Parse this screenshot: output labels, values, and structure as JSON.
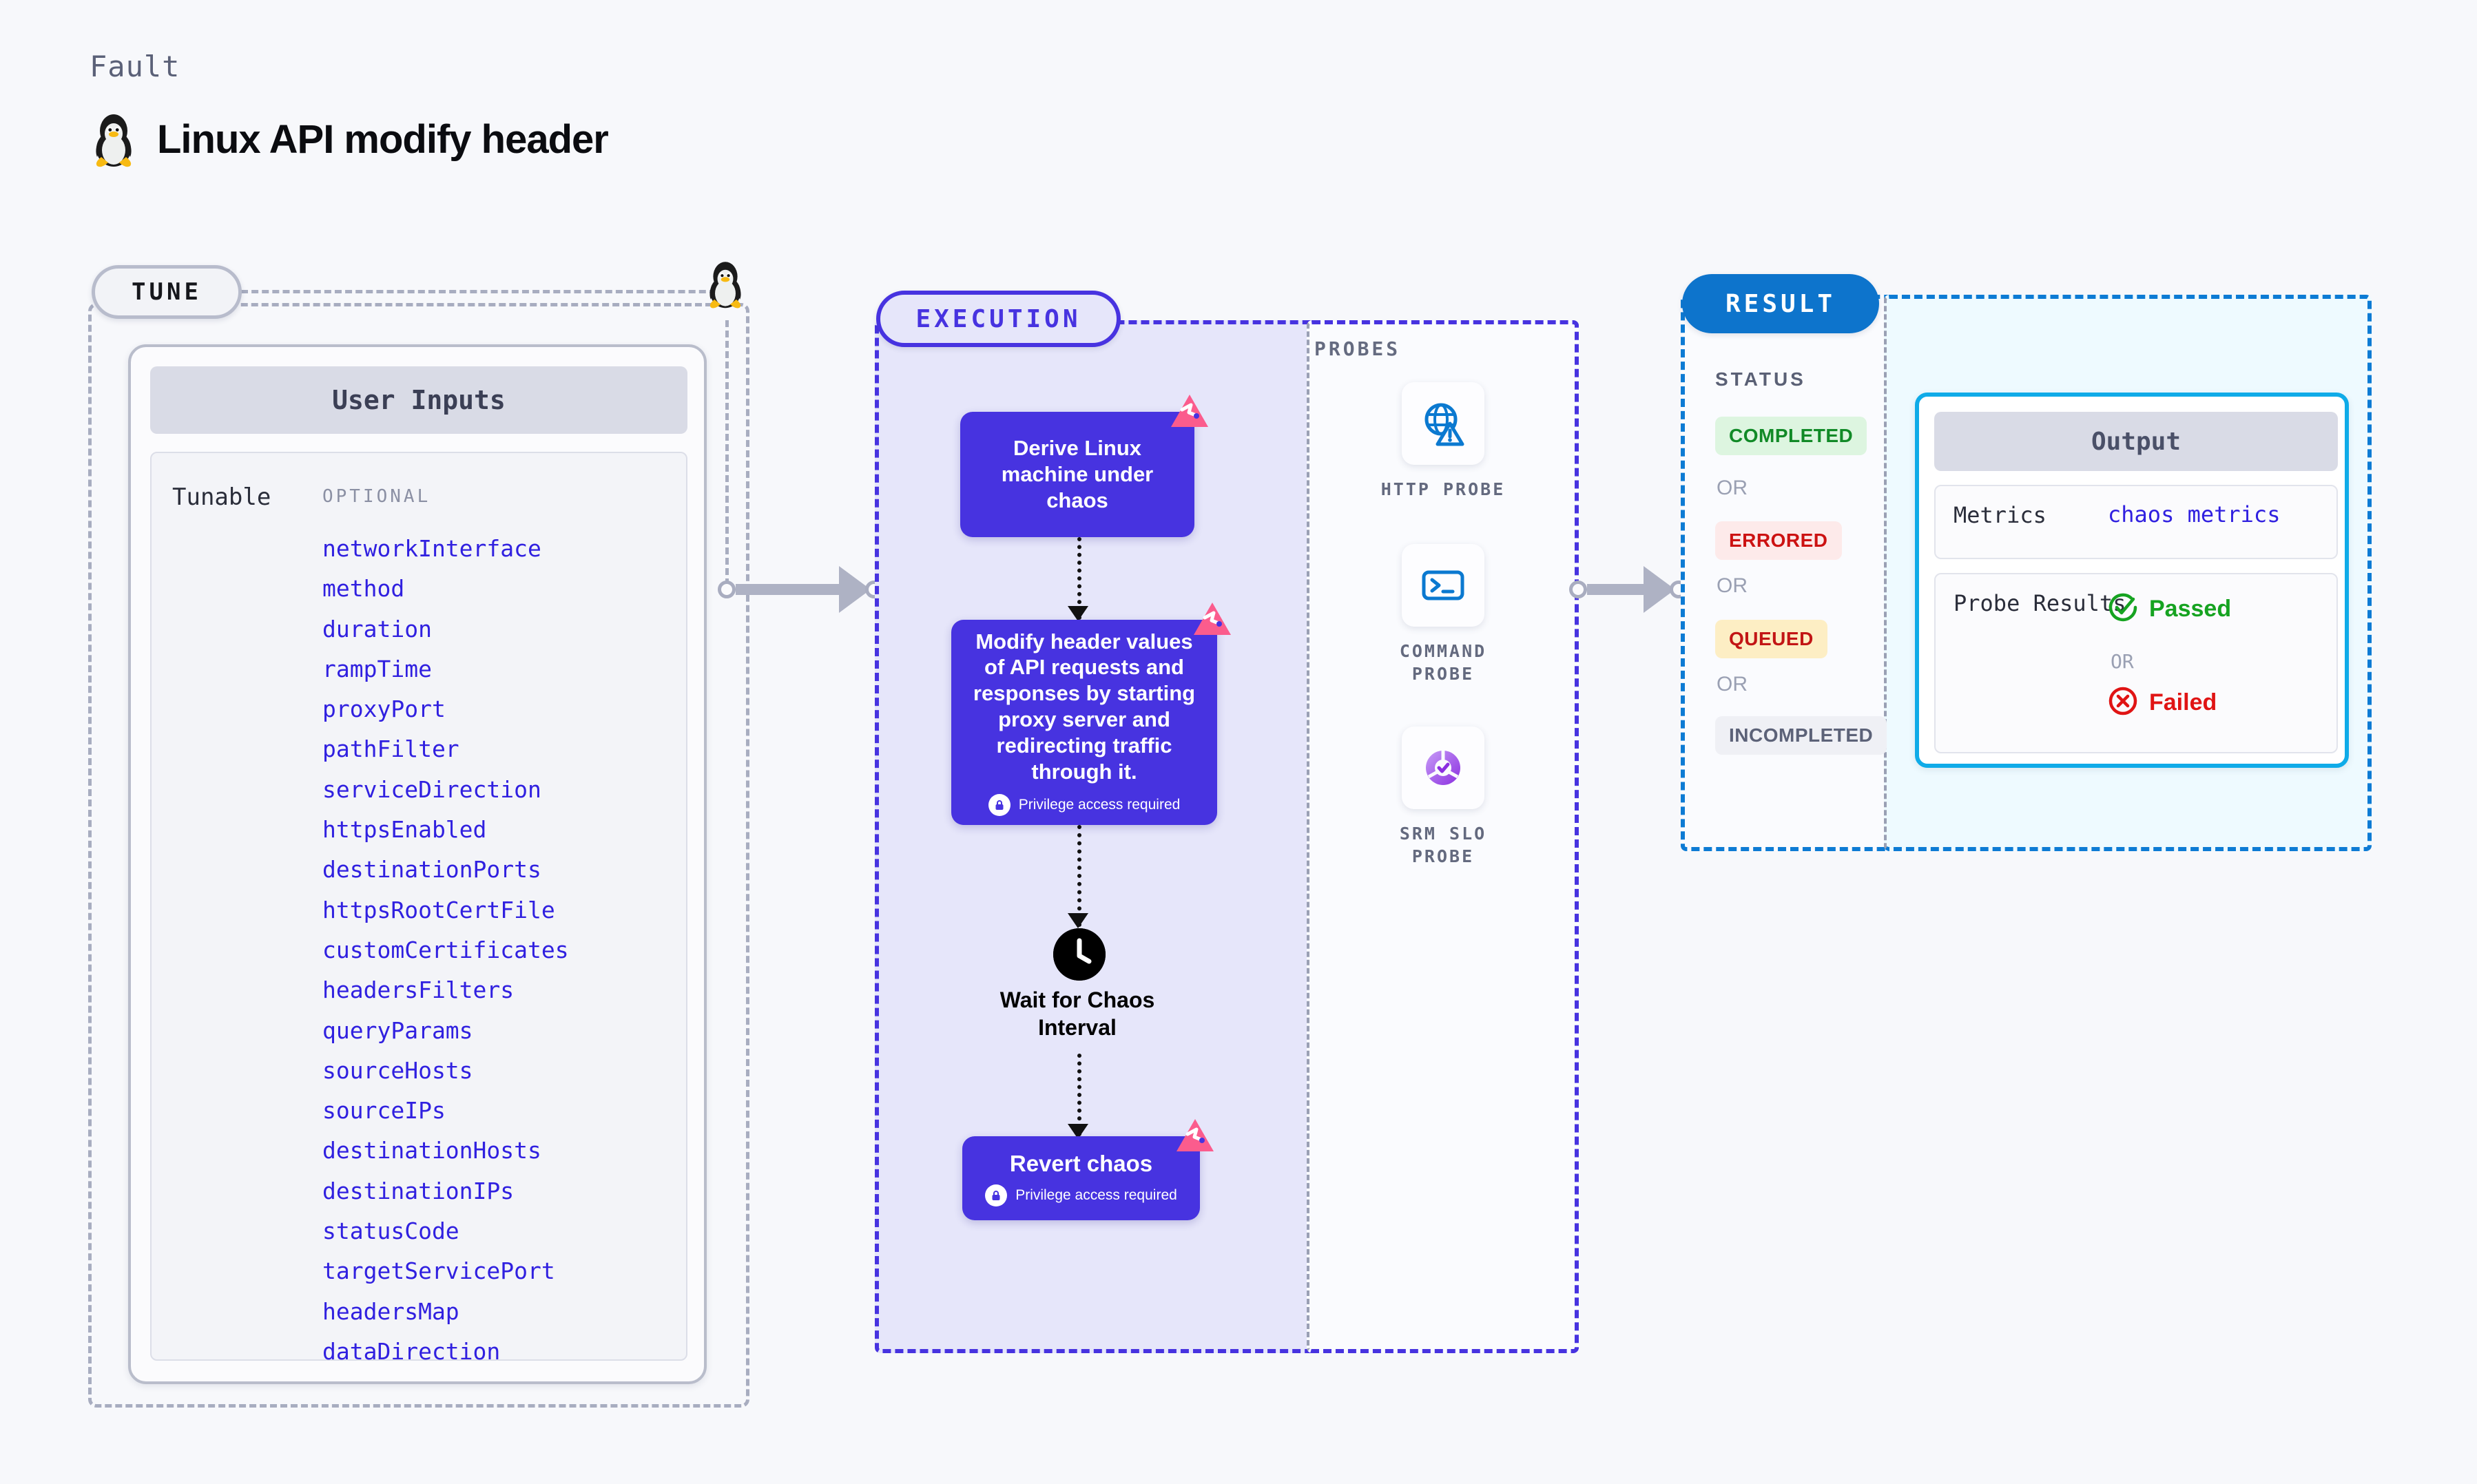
{
  "header": {
    "eyebrow": "Fault",
    "title": "Linux API modify header",
    "os_icon": "linux-penguin-icon"
  },
  "tune": {
    "pill_label": "TUNE",
    "card_title": "User Inputs",
    "tunable_label": "Tunable",
    "optional_label": "OPTIONAL",
    "params": [
      "networkInterface",
      "method",
      "duration",
      "rampTime",
      "proxyPort",
      "pathFilter",
      "serviceDirection",
      "httpsEnabled",
      "destinationPorts",
      "httpsRootCertFile",
      "customCertificates",
      "headersFilters",
      "queryParams",
      "sourceHosts",
      "sourceIPs",
      "destinationHosts",
      "destinationIPs",
      "statusCode",
      "targetServicePort",
      "headersMap",
      "dataDirection"
    ]
  },
  "execution": {
    "pill_label": "EXECUTION",
    "nodes": [
      {
        "label": "Derive Linux machine under chaos",
        "privilege": null
      },
      {
        "label": "Modify header values of API requests and responses by starting proxy server and redirecting traffic through it.",
        "privilege": "Privilege access required"
      },
      {
        "label": "Wait for Chaos Interval",
        "privilege": null
      },
      {
        "label": "Revert chaos",
        "privilege": "Privilege access required"
      }
    ]
  },
  "probes": {
    "section_label": "PROBES",
    "items": [
      {
        "label": "HTTP PROBE",
        "icon": "globe-warning-icon"
      },
      {
        "label": "COMMAND PROBE",
        "icon": "terminal-icon"
      },
      {
        "label": "SRM SLO PROBE",
        "icon": "slo-donut-check-icon"
      }
    ]
  },
  "result": {
    "pill_label": "RESULT",
    "status_label": "STATUS",
    "or_label": "OR",
    "statuses": [
      {
        "label": "COMPLETED",
        "fg": "#118a27",
        "bg": "#ddf5e0"
      },
      {
        "label": "ERRORED",
        "fg": "#cc1212",
        "bg": "#fdeaea"
      },
      {
        "label": "QUEUED",
        "fg": "#c21515",
        "bg": "#fdeec4"
      },
      {
        "label": "INCOMPLETED",
        "fg": "#5c6278",
        "bg": "#eff0f5"
      }
    ]
  },
  "output": {
    "card_title": "Output",
    "metrics_key": "Metrics",
    "metrics_value": "chaos metrics",
    "probe_results_key": "Probe Results",
    "or_label": "OR",
    "passed_label": "Passed",
    "failed_label": "Failed",
    "passed_color": "#16a321",
    "failed_color": "#e01414"
  },
  "colors": {
    "accent_purple": "#4733e0",
    "accent_blue": "#0d74cc",
    "accent_cyan": "#0fabe8",
    "link_blue": "#3020e0",
    "litmus_pink": "#fb5c8d",
    "canvas": "#f7f8fb"
  }
}
